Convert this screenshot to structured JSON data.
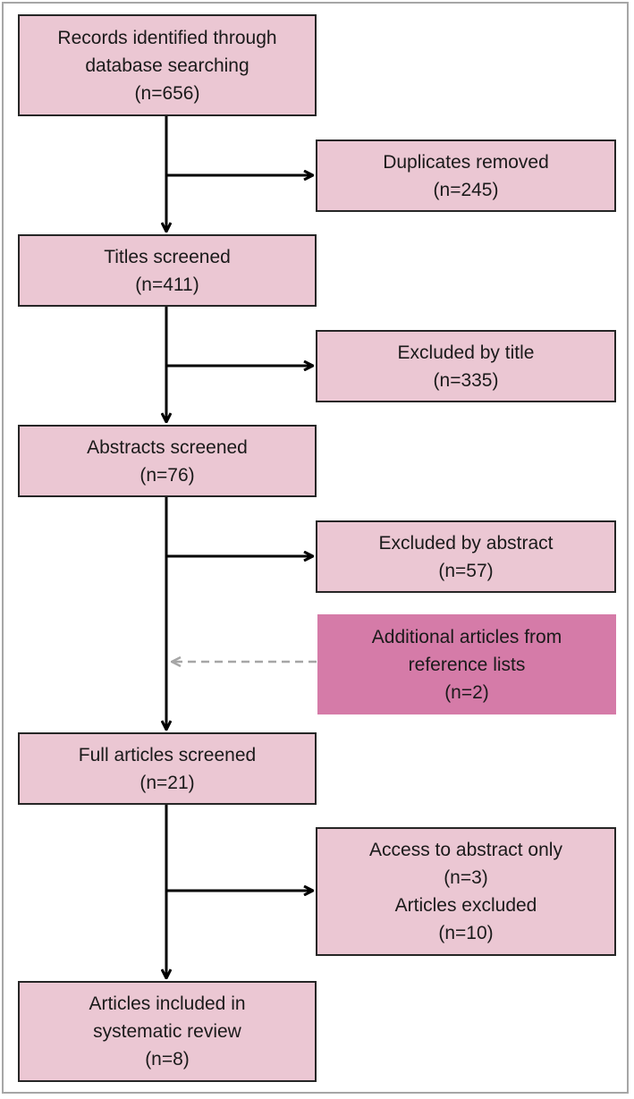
{
  "boxes": {
    "identified": {
      "line1": "Records identified through",
      "line2": "database searching",
      "line3": "(n=656)"
    },
    "duplicates": {
      "line1": "Duplicates  removed",
      "line2": "(n=245)"
    },
    "titles": {
      "line1": "Titles  screened",
      "line2": "(n=411)"
    },
    "excl_title": {
      "line1": "Excluded by title",
      "line2": "(n=335)"
    },
    "abstracts": {
      "line1": "Abstracts screened",
      "line2": "(n=76)"
    },
    "excl_abstract": {
      "line1": "Excluded by abstract",
      "line2": "(n=57)"
    },
    "additional": {
      "line1": "Additional articles from",
      "line2": "reference lists",
      "line3": "(n=2)"
    },
    "full": {
      "line1": "Full articles screened",
      "line2": "(n=21)"
    },
    "excl_full": {
      "line1": "Access to abstract only",
      "line2": "(n=3)",
      "line3": "Articles excluded",
      "line4": "(n=10)"
    },
    "included": {
      "line1": "Articles included in",
      "line2": "systematic review",
      "line3": "(n=8)"
    }
  },
  "colors": {
    "box_fill": "#ebc7d3",
    "highlight_fill": "#d57ba8",
    "border": "#262626",
    "arrow": "#000000",
    "dashed_arrow": "#a6a6a6"
  }
}
